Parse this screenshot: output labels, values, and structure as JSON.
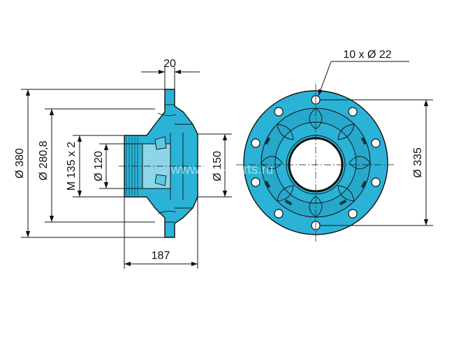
{
  "dimensions": {
    "flange_thickness": "20",
    "bolt_holes": "10 x Ø 22",
    "outer_diameter": "Ø 380",
    "diameter_280": "Ø 280,8",
    "thread": "M 135 x 2",
    "diameter_120": "Ø 120",
    "diameter_150": "Ø 150",
    "length": "187",
    "bolt_circle": "Ø 335"
  },
  "watermark": "www.stat-parts.ru",
  "colors": {
    "part_fill": "#2ab3d6",
    "outline": "#111111",
    "background": "#ffffff"
  }
}
